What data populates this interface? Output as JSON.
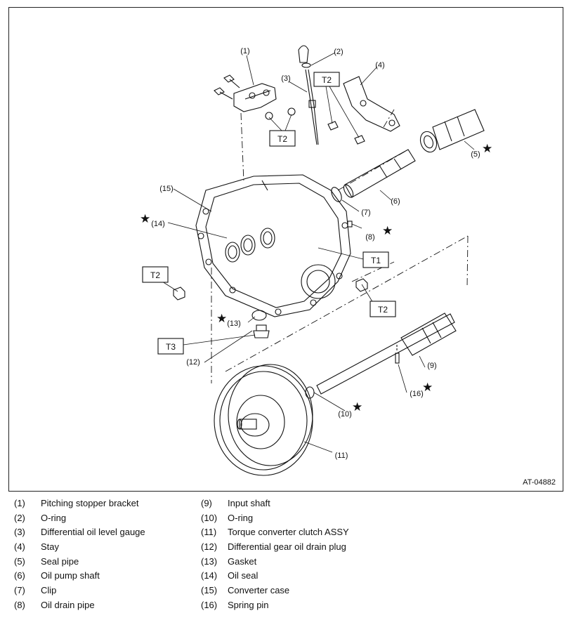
{
  "diagram": {
    "ref_code": "AT-04882",
    "callouts": [
      "(1)",
      "(2)",
      "(3)",
      "(4)",
      "(5)",
      "(6)",
      "(7)",
      "(8)",
      "(9)",
      "(10)",
      "(11)",
      "(12)",
      "(13)",
      "(14)",
      "(15)",
      "(16)"
    ],
    "torque_labels": [
      "T1",
      "T2",
      "T3"
    ],
    "star_symbol": "★"
  },
  "legend": {
    "left": [
      {
        "num": "(1)",
        "text": "Pitching stopper bracket"
      },
      {
        "num": "(2)",
        "text": "O-ring"
      },
      {
        "num": "(3)",
        "text": "Differential oil level gauge"
      },
      {
        "num": "(4)",
        "text": "Stay"
      },
      {
        "num": "(5)",
        "text": "Seal pipe"
      },
      {
        "num": "(6)",
        "text": "Oil pump shaft"
      },
      {
        "num": "(7)",
        "text": "Clip"
      },
      {
        "num": "(8)",
        "text": "Oil drain pipe"
      }
    ],
    "right": [
      {
        "num": "(9)",
        "text": "Input shaft"
      },
      {
        "num": "(10)",
        "text": "O-ring"
      },
      {
        "num": "(11)",
        "text": "Torque converter clutch ASSY"
      },
      {
        "num": "(12)",
        "text": "Differential gear oil drain plug"
      },
      {
        "num": "(13)",
        "text": "Gasket"
      },
      {
        "num": "(14)",
        "text": "Oil seal"
      },
      {
        "num": "(15)",
        "text": "Converter case"
      },
      {
        "num": "(16)",
        "text": "Spring pin"
      }
    ]
  }
}
